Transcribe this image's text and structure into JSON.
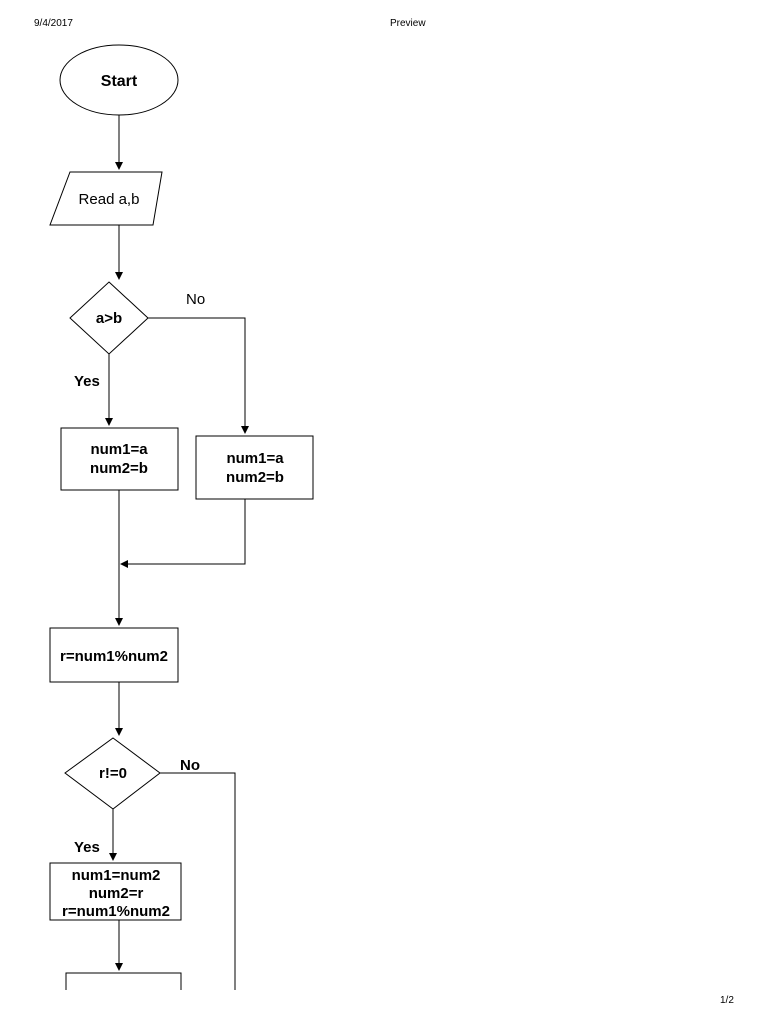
{
  "header": {
    "date": "9/4/2017",
    "title": "Preview"
  },
  "footer": {
    "page": "1/2"
  },
  "flowchart": {
    "start": "Start",
    "read": "Read a,b",
    "decision1": "a>b",
    "decision1_yes": "Yes",
    "decision1_no": "No",
    "box_yes": [
      "num1=a",
      "num2=b"
    ],
    "box_no": [
      "num1=a",
      "num2=b"
    ],
    "remainder": "r=num1%num2",
    "decision2": "r!=0",
    "decision2_yes": "Yes",
    "decision2_no": "No",
    "loop_box": [
      "num1=num2",
      "num2=r",
      "r=num1%num2"
    ]
  }
}
